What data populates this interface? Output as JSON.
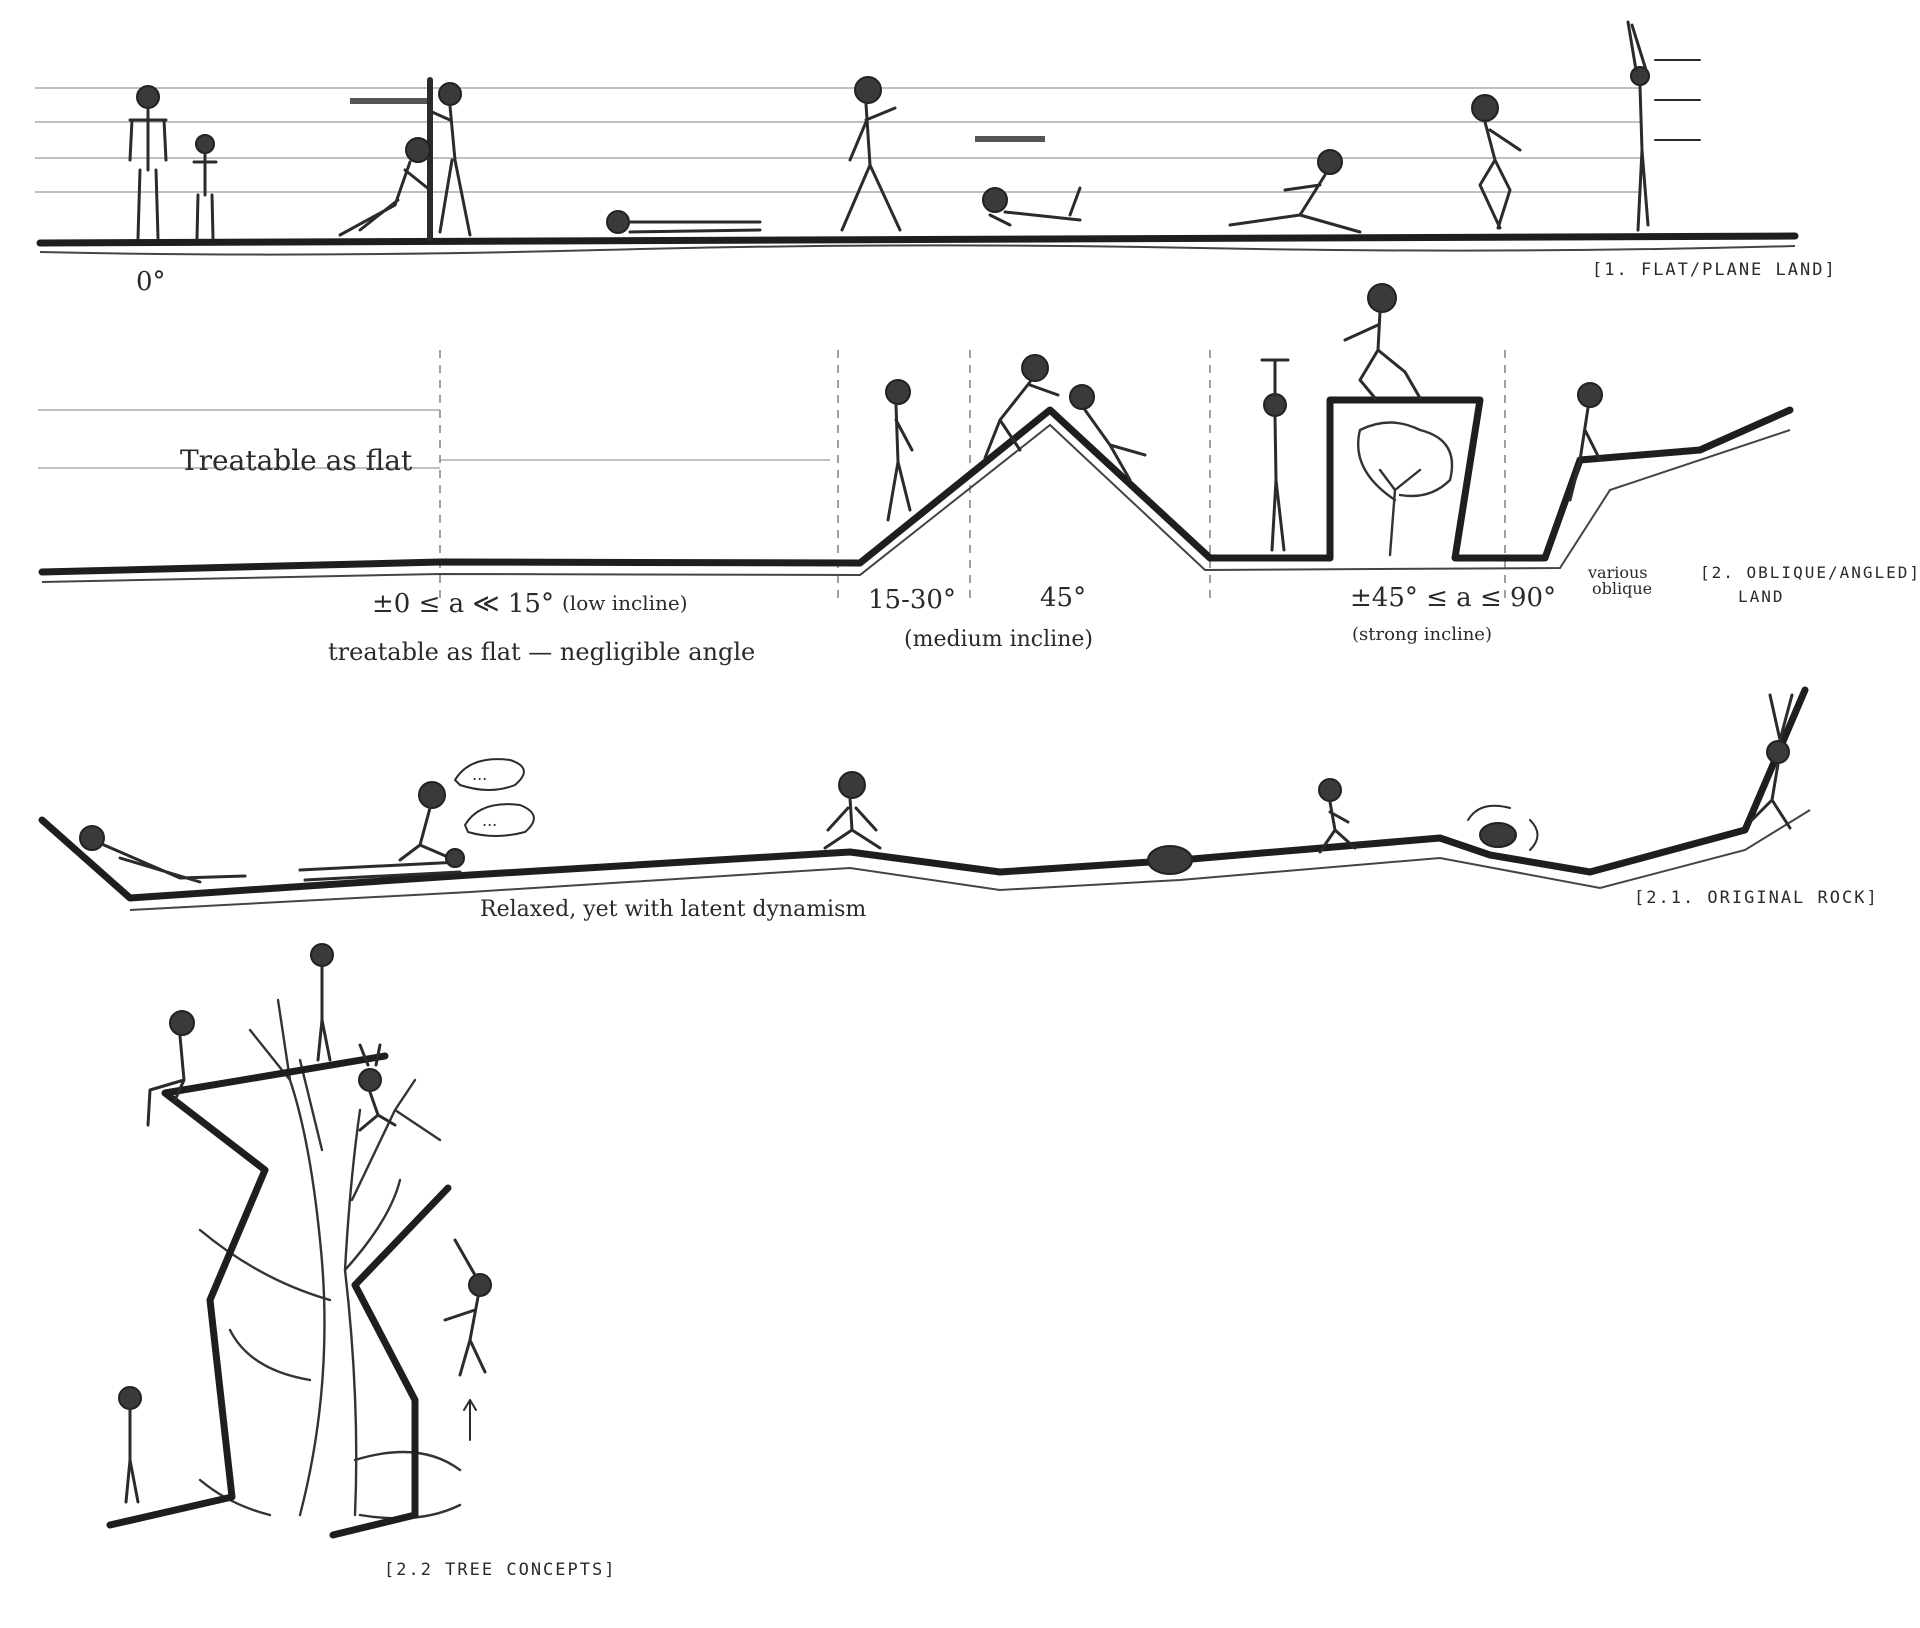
{
  "sections": [
    {
      "id": "flat",
      "label": "[1. FLAT/PLANE LAND]",
      "angle": "0°"
    },
    {
      "id": "oblique",
      "label_line1": "[2. OBLIQUE/ANGLED]",
      "label_line2": "LAND",
      "side_note": "Treatable as flat",
      "low_incline": {
        "range": "±0 ≤ a ≪ 15°",
        "desc": "(low incline)",
        "note": "treatable as flat — negligible angle"
      },
      "medium_incline": {
        "range_a": "15-30°",
        "range_b": "45°",
        "desc": "(medium incline)"
      },
      "strong_incline": {
        "range": "±45° ≤ a ≤ 90°",
        "desc": "(strong incline)"
      },
      "various": {
        "line1": "various",
        "line2": "oblique"
      }
    },
    {
      "id": "rock",
      "label": "[2.1. ORIGINAL ROCK]",
      "caption": "Relaxed, yet with latent dynamism",
      "bubble": "..."
    },
    {
      "id": "tree",
      "label": "[2.2 TREE CONCEPTS]"
    }
  ]
}
